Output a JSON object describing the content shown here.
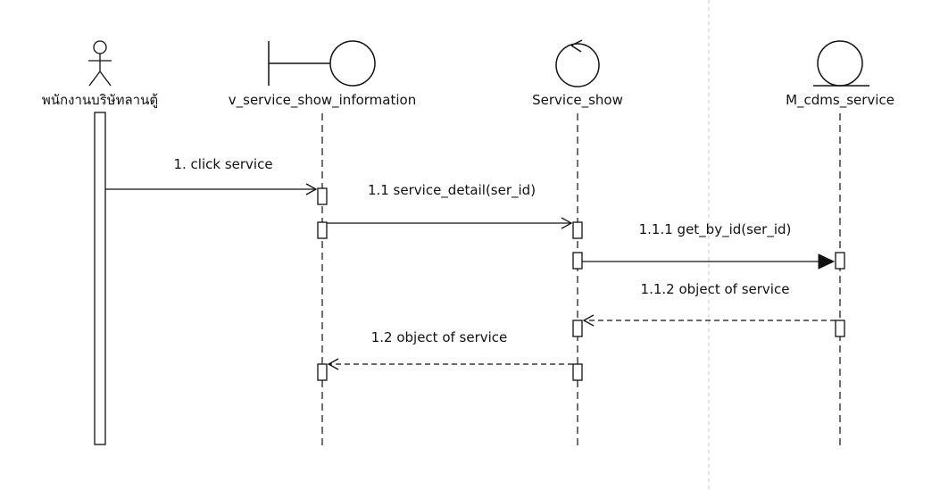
{
  "participants": [
    {
      "name": "พนักงานบริษัทลานตู้",
      "kind": "actor"
    },
    {
      "name": "v_service_show_information",
      "kind": "boundary"
    },
    {
      "name": "Service_show",
      "kind": "control"
    },
    {
      "name": "M_cdms_service",
      "kind": "entity"
    }
  ],
  "messages": [
    {
      "label": "1. click service",
      "from": 0,
      "to": 1,
      "style": "sync-open"
    },
    {
      "label": "1.1 service_detail(ser_id)",
      "from": 1,
      "to": 2,
      "style": "sync-open"
    },
    {
      "label": "1.1.1 get_by_id(ser_id)",
      "from": 2,
      "to": 3,
      "style": "sync-filled"
    },
    {
      "label": "1.1.2 object of service",
      "from": 3,
      "to": 2,
      "style": "return"
    },
    {
      "label": "1.2 object of service",
      "from": 2,
      "to": 1,
      "style": "return"
    }
  ],
  "colors": {
    "line": "#111111",
    "divider": "#c8c8c8",
    "background": "#ffffff"
  }
}
